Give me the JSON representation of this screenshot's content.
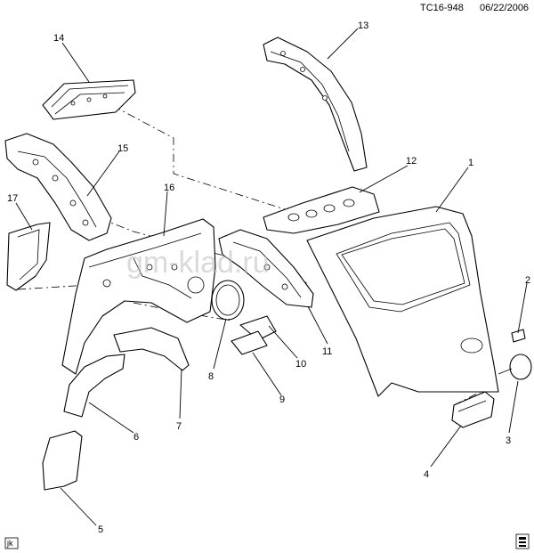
{
  "header": {
    "code": "TC16-948",
    "date": "06/22/2006"
  },
  "watermark": "gm-klad.ru",
  "footer": {
    "initials": "jk"
  },
  "callouts": [
    "1",
    "2",
    "3",
    "4",
    "5",
    "6",
    "7",
    "8",
    "9",
    "10",
    "11",
    "12",
    "13",
    "14",
    "15",
    "16",
    "17"
  ]
}
